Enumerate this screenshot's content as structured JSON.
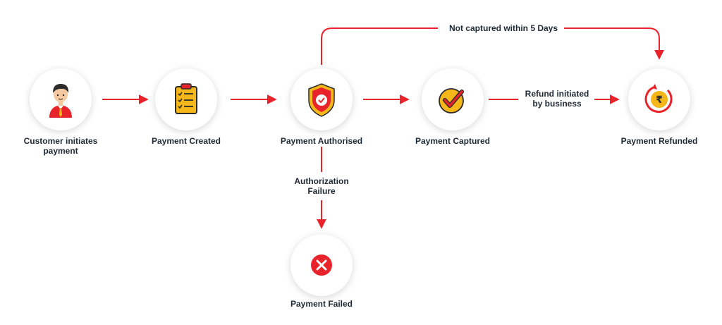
{
  "nodes": {
    "customer": {
      "label": "Customer initiates payment",
      "icon": "customer-icon"
    },
    "created": {
      "label": "Payment Created",
      "icon": "clipboard-checklist-icon"
    },
    "authorised": {
      "label": "Payment Authorised",
      "icon": "shield-check-icon"
    },
    "captured": {
      "label": "Payment Captured",
      "icon": "check-badge-icon"
    },
    "refunded": {
      "label": "Payment Refunded",
      "icon": "rupee-refund-icon"
    },
    "failed": {
      "label": "Payment Failed",
      "icon": "x-circle-icon"
    }
  },
  "edges": {
    "not_captured": "Not captured within 5 Days",
    "refund": "Refund initiated by business",
    "auth_failure": "Authorization Failure"
  },
  "colors": {
    "accent": "#E8232B",
    "icon_yellow": "#F5B71A",
    "text": "#1f2937"
  }
}
